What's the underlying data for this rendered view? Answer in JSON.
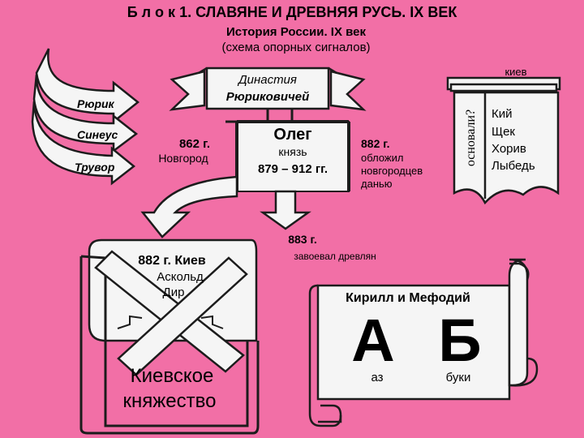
{
  "header": {
    "block_title": "Б л о к  1. СЛАВЯНЕ И ДРЕВНЯЯ РУСЬ. IX ВЕК",
    "subtitle": "История России. IX век",
    "subtitle2": "(схема опорных сигналов)"
  },
  "varangians": [
    "Рюрик",
    "Синеус",
    "Трувор"
  ],
  "dynasty": {
    "line1": "Династия",
    "line2": "Рюриковичей"
  },
  "novgorod": {
    "year": "862 г.",
    "city": "Новгород"
  },
  "oleg": {
    "name": "Олег",
    "title": "князь",
    "years": "879 – 912 гг."
  },
  "tribute": {
    "year": "882 г.",
    "line1": "обложил",
    "line2": "новгородцев",
    "line3": "данью"
  },
  "drevlyane": {
    "year": "883 г.",
    "text": "завоевал древлян"
  },
  "kiev_founding": {
    "header": "киев",
    "vertical": "основали?",
    "founders": [
      "Кий",
      "Щек",
      "Хорив",
      "Лыбедь"
    ]
  },
  "kiev_882": {
    "title": "882 г. Киев",
    "rulers": [
      "Аскольд",
      "Дир"
    ],
    "principality_line1": "Киевское",
    "principality_line2": "княжество"
  },
  "alphabet": {
    "authors": "Кирилл и Мефодий",
    "letters": [
      "А",
      "Б"
    ],
    "names": [
      "аз",
      "буки"
    ]
  },
  "colors": {
    "background": "#f26fa6",
    "ink": "#1c1c1c",
    "paper": "#f5f5f5"
  }
}
